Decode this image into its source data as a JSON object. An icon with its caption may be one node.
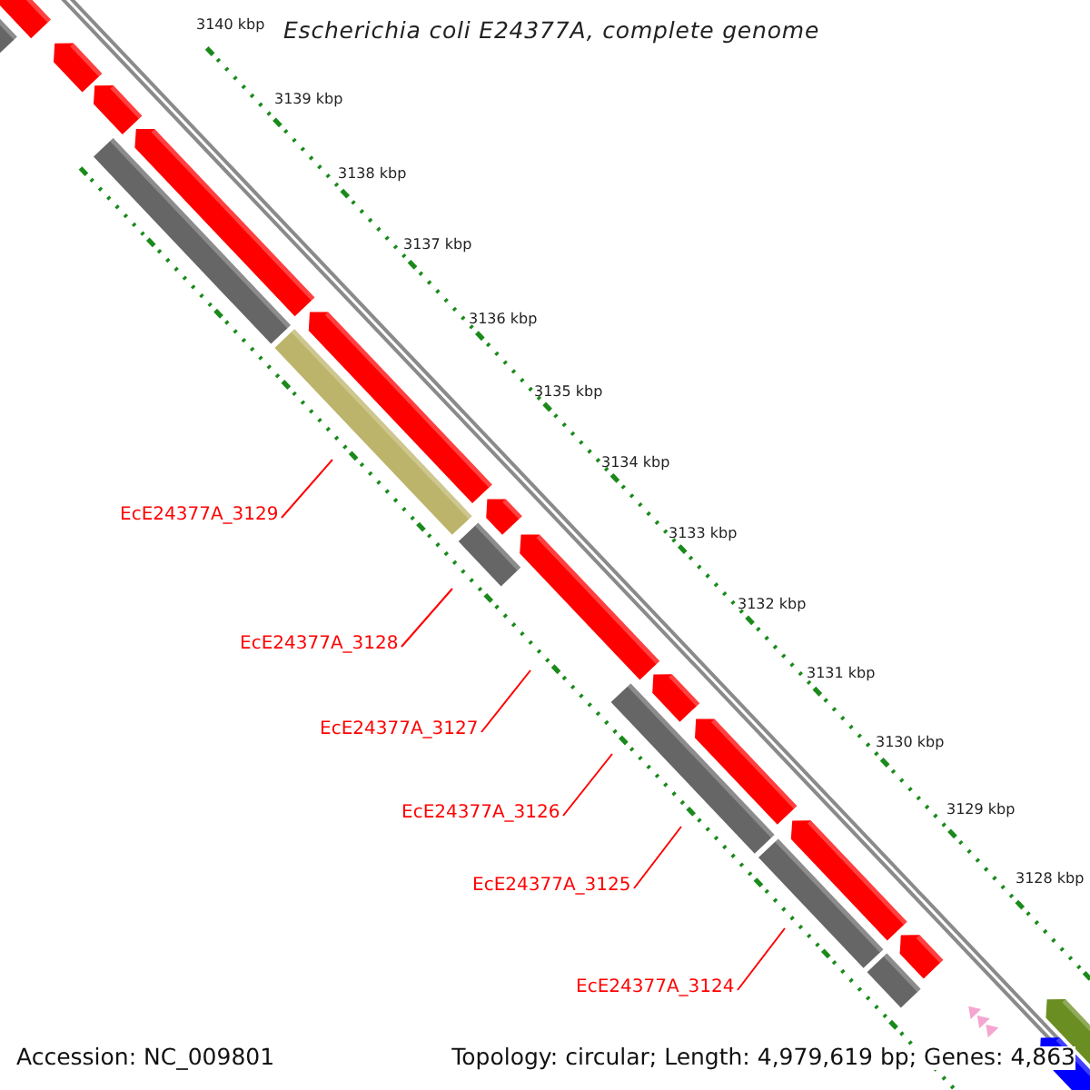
{
  "diagram": {
    "title": "Escherichia coli E24377A, complete genome",
    "nodes": [
      {
        "text": [
          "EcE24377A_3129"
        ]
      },
      {
        "text": [
          "EcE24377A_3128"
        ]
      },
      {
        "text": [
          "EcE24377A_3127"
        ]
      },
      {
        "text": [
          "EcE24377A_3126"
        ]
      },
      {
        "text": [
          "EcE24377A_3125"
        ]
      },
      {
        "text": [
          "EcE24377A_3124"
        ]
      }
    ],
    "edges": [
      {
        "from": 0,
        "to": null,
        "arrow": "none"
      },
      {
        "from": 1,
        "to": null,
        "arrow": "none"
      },
      {
        "from": 2,
        "to": null,
        "arrow": "none"
      },
      {
        "from": 3,
        "to": null,
        "arrow": "none"
      },
      {
        "from": 4,
        "to": null,
        "arrow": "none"
      },
      {
        "from": 5,
        "to": null,
        "arrow": "none"
      }
    ],
    "labels": [
      "3140 kbp",
      "3139 kbp",
      "3138 kbp",
      "3137 kbp",
      "3136 kbp",
      "3135 kbp",
      "3134 kbp",
      "3133 kbp",
      "3132 kbp",
      "3131 kbp",
      "3130 kbp",
      "3129 kbp",
      "3128 kbp",
      "Accession: NC_009801",
      "Topology: circular; Length: 4,979,619 bp; Genes: 4,863"
    ]
  }
}
